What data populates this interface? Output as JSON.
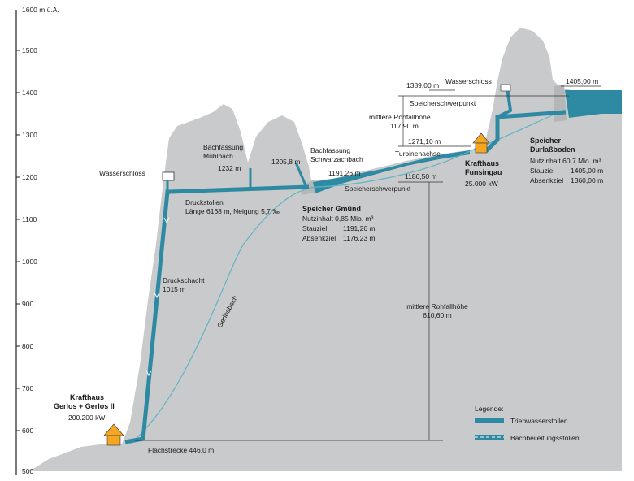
{
  "axis": {
    "top_label": "1600 m.ü.A.",
    "ticks": [
      "1500",
      "1400",
      "1300",
      "1200",
      "1100",
      "1000",
      "900",
      "800",
      "700",
      "600",
      "500"
    ]
  },
  "labels": {
    "wasserschloss_left": "Wasserschloss",
    "bachfassung_muehlbach_1": "Bachfassung",
    "bachfassung_muehlbach_2": "Mühlbach",
    "m1232": "1232 m",
    "m1205": "1205,8 m",
    "bachfassung_schwarz_1": "Bachfassung",
    "bachfassung_schwarz_2": "Schwarzachbach",
    "m1191": "1191,26 m",
    "m1186": "1186,50 m",
    "druckstollen_1": "Druckstollen",
    "druckstollen_2": "Länge 6168 m, Neigung 5,7 ‰",
    "speicherschwerpunkt_low": "Speicherschwerpunkt",
    "druckschacht_1": "Druckschacht",
    "druckschacht_2": "1015 m",
    "gerlosbach": "Gerlosbach",
    "mittlere_rohfall_low_1": "mittlere Rohfallhöhe",
    "mittlere_rohfall_low_2": "610,60 m",
    "kraft_gerlos_1": "Krafthaus",
    "kraft_gerlos_2": "Gerlos + Gerlos II",
    "kraft_gerlos_3": "200.200 kW",
    "flachstrecke": "Flachstrecke 446,0 m",
    "m1389": "1389,00 m",
    "wasserschloss_right": "Wasserschloss",
    "m1405": "1405,00 m",
    "speicherschwerpunkt_high": "Speicherschwerpunkt",
    "mittlere_rohfall_high_1": "mittlere Rohfallhöhe",
    "mittlere_rohfall_high_2": "117,90 m",
    "m1271": "1271,10 m",
    "turbinenachse": "Turbinenachse",
    "kraft_funsingau_1": "Krafthaus",
    "kraft_funsingau_2": "Funsingau",
    "kraft_funsingau_3": "25.000 kW",
    "speicher_durlass_1": "Speicher",
    "speicher_durlass_2": "Durlaßboden",
    "durlass_nutz": "Nutzinhalt 60,7 Mio. m³",
    "durlass_stau_label": "Stauziel",
    "durlass_stau_value": "1405,00 m",
    "durlass_absenk_label": "Absenkziel",
    "durlass_absenk_value": "1360,00 m",
    "speicher_gmuend": "Speicher Gmünd",
    "gmuend_nutz": "Nutzinhalt 0,85 Mio. m³",
    "gmuend_stau_label": "Stauziel",
    "gmuend_stau_value": "1191,26 m",
    "gmuend_absenk_label": "Absenkziel",
    "gmuend_absenk_value": "1176,23 m"
  },
  "legend": {
    "title": "Legende:",
    "item1": "Triebwasserstollen",
    "item2": "Bachbeileitungsstollen"
  },
  "colors": {
    "rock": "#c9cacb",
    "rock_edge": "#a6a7a8",
    "water": "#2e8aa3",
    "water_light": "#5fb3c8",
    "house": "#f5a623"
  }
}
